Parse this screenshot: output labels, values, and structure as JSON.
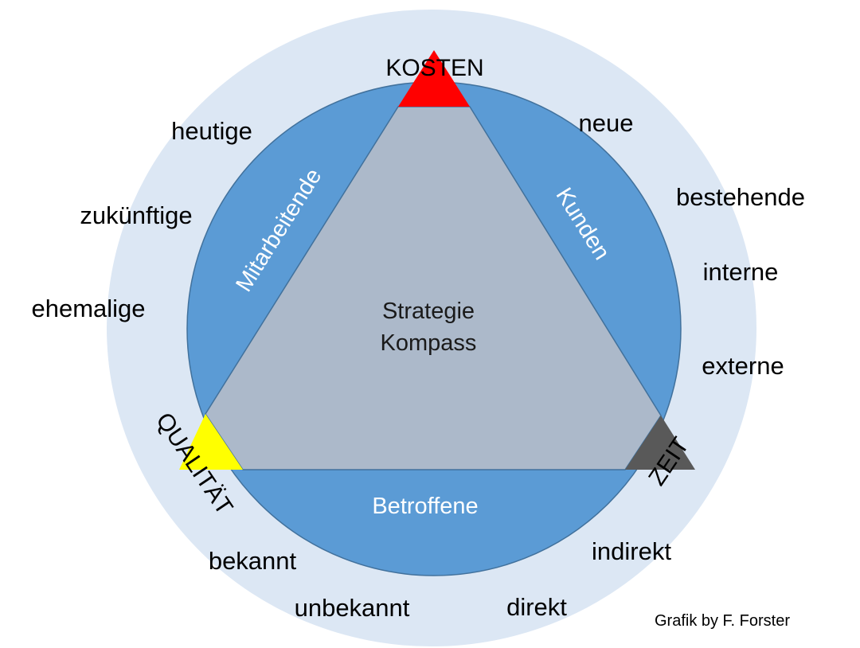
{
  "center": {
    "line1": "Strategie",
    "line2": "Kompass"
  },
  "corners": {
    "top": "KOSTEN",
    "left": "QUALITÄT",
    "right": "ZEIT"
  },
  "bands": {
    "left": "Mitarbeitende",
    "right": "Kunden",
    "bottom": "Betroffene"
  },
  "outer_labels": {
    "employees": [
      "heutige",
      "zukünftige",
      "ehemalige"
    ],
    "customers": [
      "neue",
      "bestehende",
      "interne",
      "externe"
    ],
    "affected_left": [
      "bekannt",
      "unbekannt"
    ],
    "affected_right": [
      "indirekt",
      "direkt"
    ]
  },
  "credit": "Grafik by F. Forster",
  "colors": {
    "outer_ring": "#dce7f4",
    "inner_circle": "#5b9bd5",
    "triangle": "#acb9ca",
    "kosten_marker": "#ff0000",
    "qualitaet_marker": "#ffff00",
    "zeit_marker": "#595959",
    "circle_stroke": "#41719c"
  }
}
